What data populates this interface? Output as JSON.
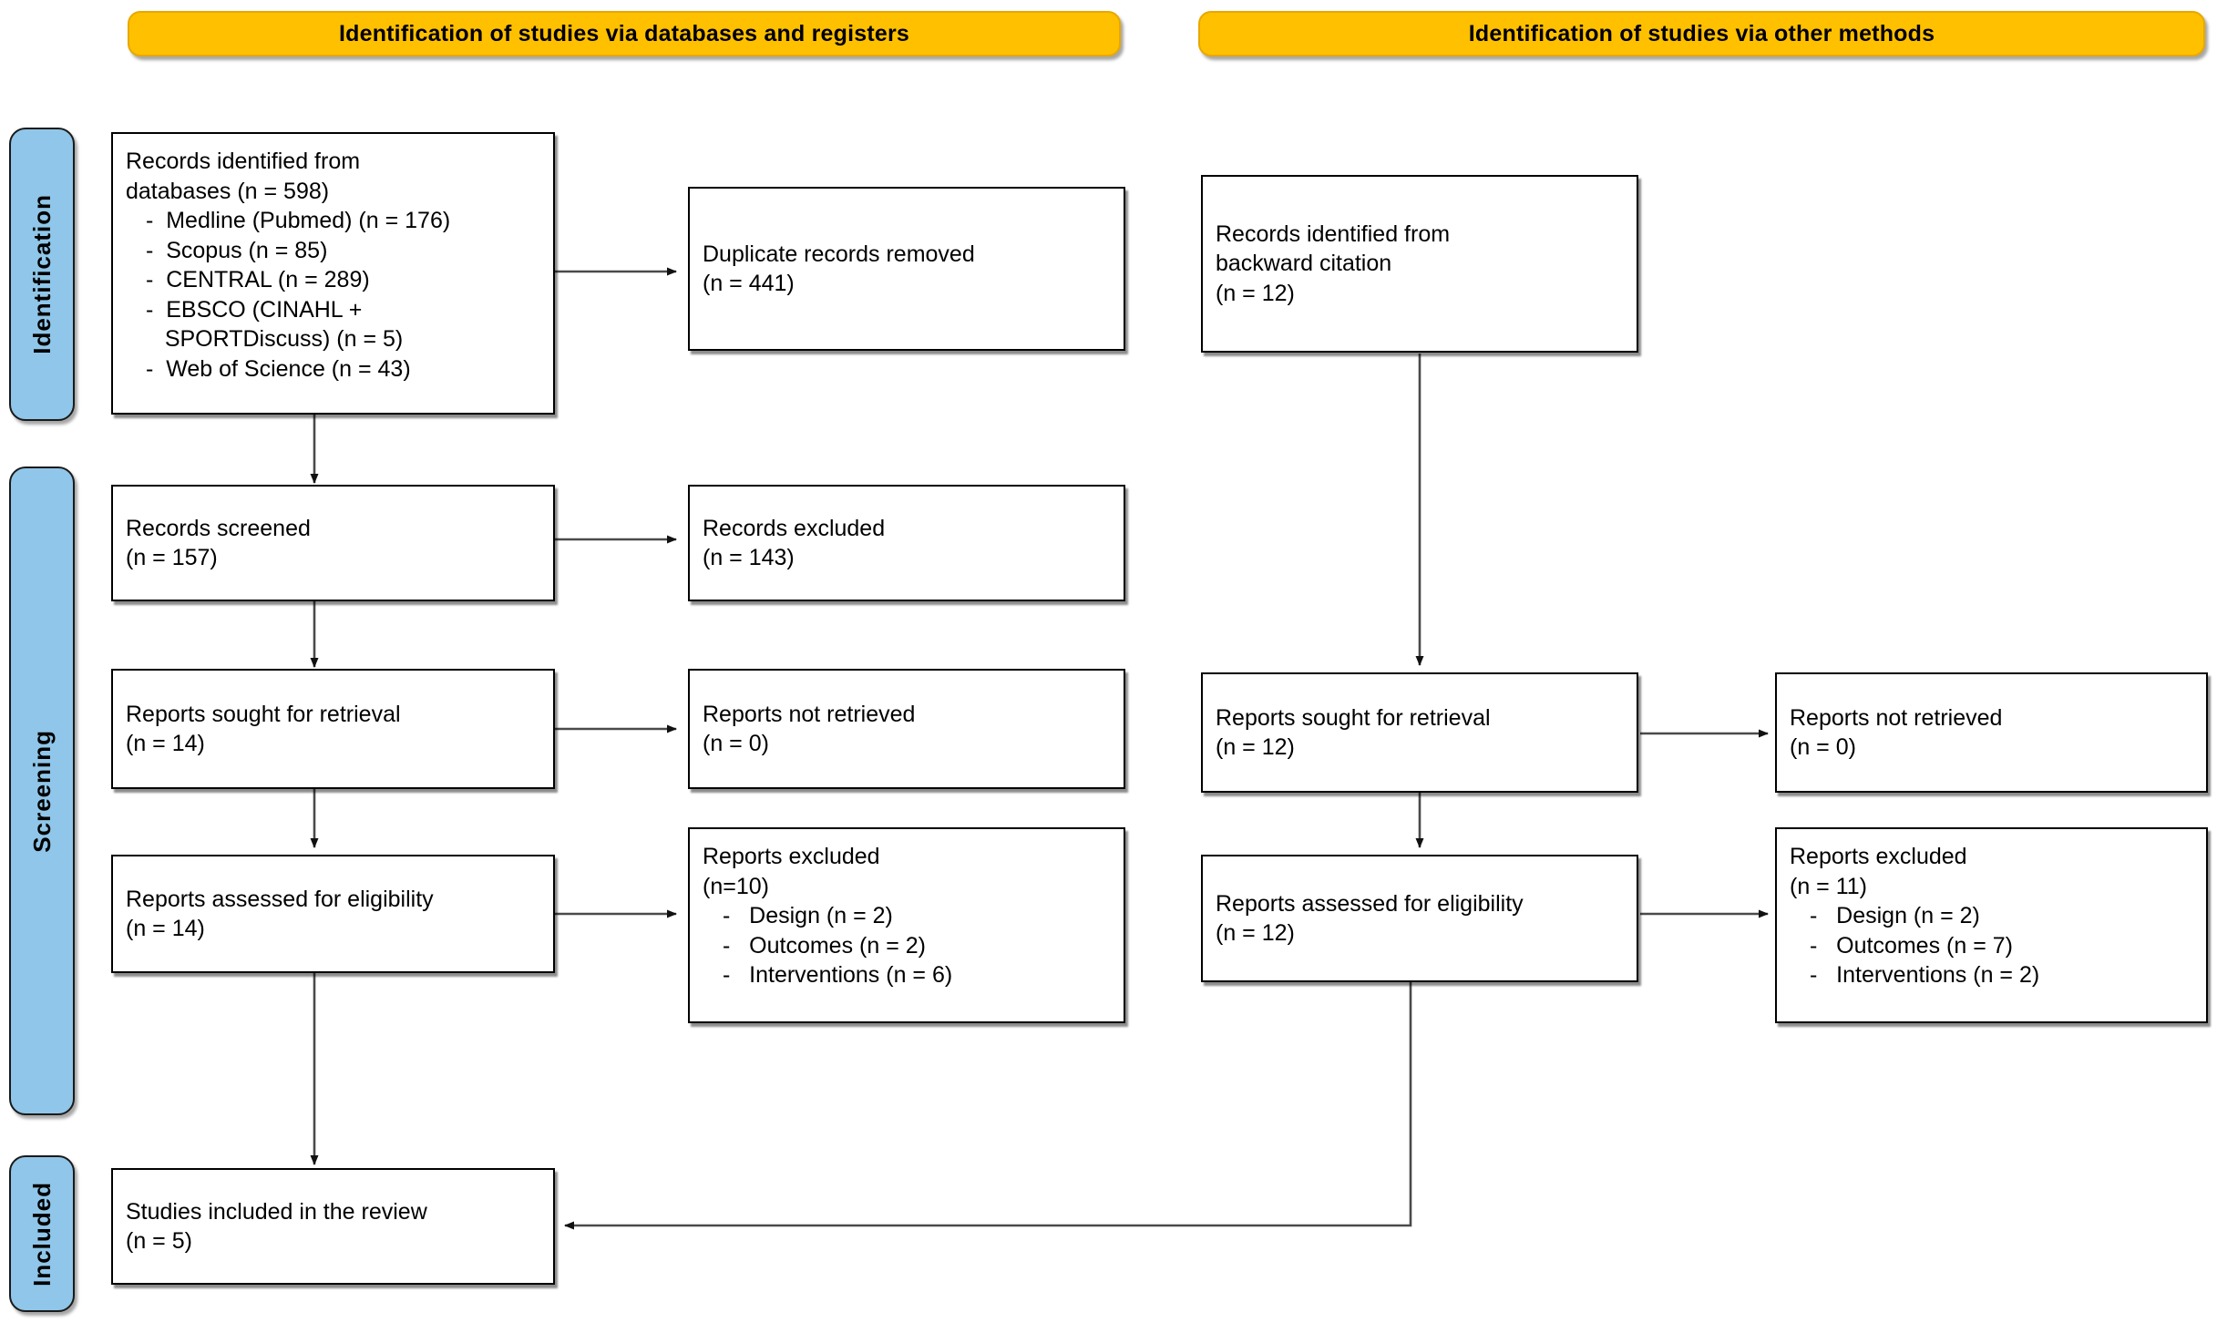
{
  "headers": [
    {
      "id": "databases",
      "label": "Identification of studies via databases and registers"
    },
    {
      "id": "other",
      "label": "Identification of studies via other methods"
    }
  ],
  "stage_labels": [
    {
      "id": "identification",
      "label": "Identification"
    },
    {
      "id": "screening",
      "label": "Screening"
    },
    {
      "id": "included",
      "label": "Included"
    }
  ],
  "boxes": {
    "records_identified_databases": {
      "lines": [
        "Records identified from",
        "databases (n = 598)"
      ],
      "sublines": [
        "-  Medline (Pubmed) (n = 176)",
        "-  Scopus (n = 85)",
        "-  CENTRAL (n = 289)",
        "-  EBSCO (CINAHL +",
        "   SPORTDiscuss) (n = 5)",
        "-  Web of Science (n = 43)"
      ]
    },
    "duplicate_records_removed": {
      "lines": [
        "Duplicate records removed",
        "(n = 441)"
      ],
      "sublines": []
    },
    "records_screened": {
      "lines": [
        "Records screened",
        "(n = 157)"
      ],
      "sublines": []
    },
    "records_excluded": {
      "lines": [
        "Records excluded",
        "(n = 143)"
      ],
      "sublines": []
    },
    "reports_sought_left": {
      "lines": [
        "Reports sought for retrieval",
        "(n = 14)"
      ],
      "sublines": []
    },
    "reports_not_retrieved_left": {
      "lines": [
        "Reports not retrieved",
        "(n = 0)"
      ],
      "sublines": []
    },
    "reports_assessed_left": {
      "lines": [
        "Reports assessed for eligibility",
        "(n = 14)"
      ],
      "sublines": []
    },
    "reports_excluded_left": {
      "lines": [
        "Reports excluded",
        "(n=10)"
      ],
      "sublines": [
        "-   Design (n = 2)",
        "-   Outcomes (n = 2)",
        "-   Interventions (n = 6)"
      ]
    },
    "studies_included": {
      "lines": [
        "Studies included in the review",
        "(n = 5)"
      ],
      "sublines": []
    },
    "records_identified_backward": {
      "lines": [
        "Records identified from",
        "backward citation",
        "(n = 12)"
      ],
      "sublines": []
    },
    "reports_sought_right": {
      "lines": [
        "Reports sought for retrieval",
        "(n = 12)"
      ],
      "sublines": []
    },
    "reports_not_retrieved_right": {
      "lines": [
        "Reports not retrieved",
        "(n = 0)"
      ],
      "sublines": []
    },
    "reports_assessed_right": {
      "lines": [
        "Reports assessed for eligibility",
        "(n = 12)"
      ],
      "sublines": []
    },
    "reports_excluded_right": {
      "lines": [
        "Reports excluded",
        "(n = 11)"
      ],
      "sublines": [
        "-   Design (n = 2)",
        "-   Outcomes (n = 7)",
        "-   Interventions (n = 2)"
      ]
    }
  },
  "colors": {
    "banner_fill": "#FFC000",
    "banner_border": "#E8A800",
    "stage_fill": "#8FC6E9",
    "box_border": "#000000",
    "connector": "#4a4a4a",
    "page_background": "#FFFFFF"
  }
}
